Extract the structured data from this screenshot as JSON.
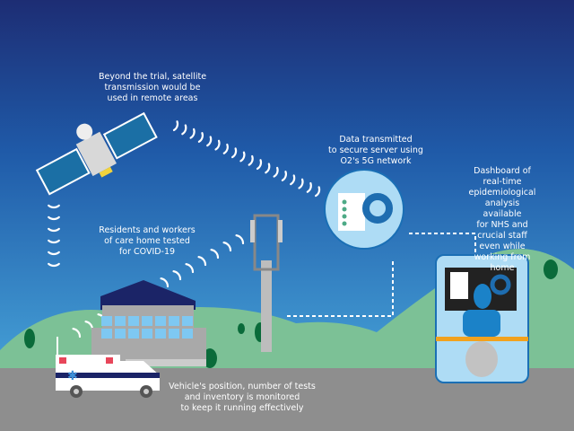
{
  "captions": {
    "satellite": "Beyond the trial, satellite\ntransmission would be\nused in remote areas",
    "data_transmitted": "Data transmitted\nto secure server using\nO2's 5G network",
    "dashboard": "Dashboard of real-time\nepidemiological analysis available\nfor NHS and crucial staff\neven while working from home",
    "care_home": "Residents and workers\nof care home tested\nfor COVID-19",
    "vehicle": "Vehicle's position, number of tests\nand inventory is monitored\nto keep it running effectively"
  },
  "colors": {
    "sky_top": "#1d2d74",
    "sky_bottom": "#45aee0",
    "hills": "#7cc196",
    "ground": "#8e8e8e",
    "trees": "#0a6b3a"
  }
}
